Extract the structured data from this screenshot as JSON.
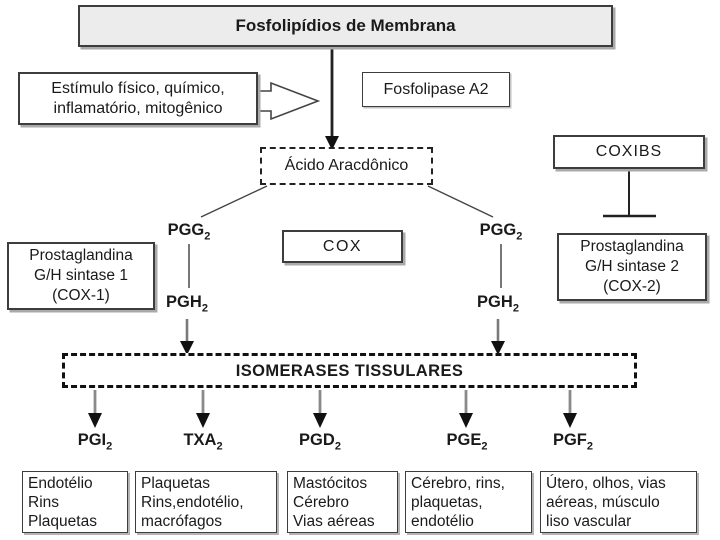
{
  "diagram": {
    "membrane": "Fosfolipídios de Membrana",
    "stimulus": {
      "line1": "Estímulo físico, químico,",
      "line2": "inflamatório, mitogênico"
    },
    "phospholipase": "Fosfolipase A2",
    "arachidonic_acid": "Ácido Aracdônico",
    "coxibs": "COXIBS",
    "cox": "COX",
    "cox1": {
      "line1": "Prostaglandina",
      "line2": "G/H sintase 1",
      "line3": "(COX-1)"
    },
    "cox2": {
      "line1": "Prostaglandina",
      "line2": "G/H sintase 2",
      "line3": "(COX-2)"
    },
    "isomerases": "ISOMERASES TISSULARES",
    "pgg": {
      "base": "PGG",
      "sub": "2"
    },
    "pgh": {
      "base": "PGH",
      "sub": "2"
    }
  },
  "products": [
    {
      "name": "PGI",
      "sub": "2",
      "tissues": [
        "Endotélio",
        "Rins",
        "Plaquetas"
      ]
    },
    {
      "name": "TXA",
      "sub": "2",
      "tissues": [
        "Plaquetas",
        "Rins,endotélio,",
        "macrófagos"
      ]
    },
    {
      "name": "PGD",
      "sub": "2",
      "tissues": [
        "Mastócitos",
        "Cérebro",
        "Vias aéreas"
      ]
    },
    {
      "name": "PGE",
      "sub": "2",
      "tissues": [
        "Cérebro, rins,",
        "plaquetas,",
        "endotélio"
      ]
    },
    {
      "name": "PGF",
      "sub": "2",
      "tissues": [
        "Útero, olhos, vias",
        "aéreas, músculo",
        "liso vascular"
      ]
    }
  ],
  "colors": {
    "background": "#ffffff",
    "box_border": "#3d3d3d",
    "title_fill": "#ececec",
    "shadow": "#aaaaaa",
    "text": "#1a1a1a",
    "line_gray": "#7a7a7a",
    "arrowhead": "#111111"
  }
}
